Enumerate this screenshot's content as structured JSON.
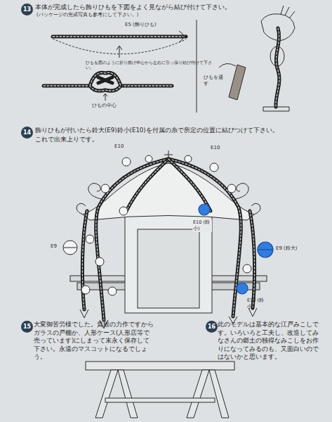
{
  "diagram": {
    "nodes": [
      {
        "text": [
          "13"
        ]
      },
      {
        "text": [
          "14"
        ]
      },
      {
        "text": [
          "15"
        ]
      },
      {
        "text": [
          "16"
        ]
      }
    ],
    "labels": [
      "本体が完成したら飾りひもを下図をよく見ながら結び付けて下さい。",
      "(パッケージの完成写真も参考にして下さい。)",
      "E5 (飾りひも)",
      "ひもを図のように折り曲げ中心から左右に引っ張り結び付けて下さい。",
      "ひもの中心",
      "ひもを通す",
      "飾りひもが付いたら鈴大(E9)鈴小(E10)を付属の糸で所定の位置に結びつけて下さい。",
      "これで出来上りです。",
      "E10",
      "E10",
      "E10 (鈴小)",
      "E9 (鈴大)",
      "E9",
      "E10 (鈴小)",
      "大変御苦労様でした。貴殿の力作ですからガラスの戸棚か、人形ケース(人形店等で売っています)にしまって末永く保存して下さい。永遠のマスコットになるでしょう。",
      "此のモデルは基本的な江戸みこしです。いろいろと工夫し、改造してみなさんの郷土の独得なみこしをお作りになってみるのも、又面白いのではないかと思います。"
    ]
  }
}
